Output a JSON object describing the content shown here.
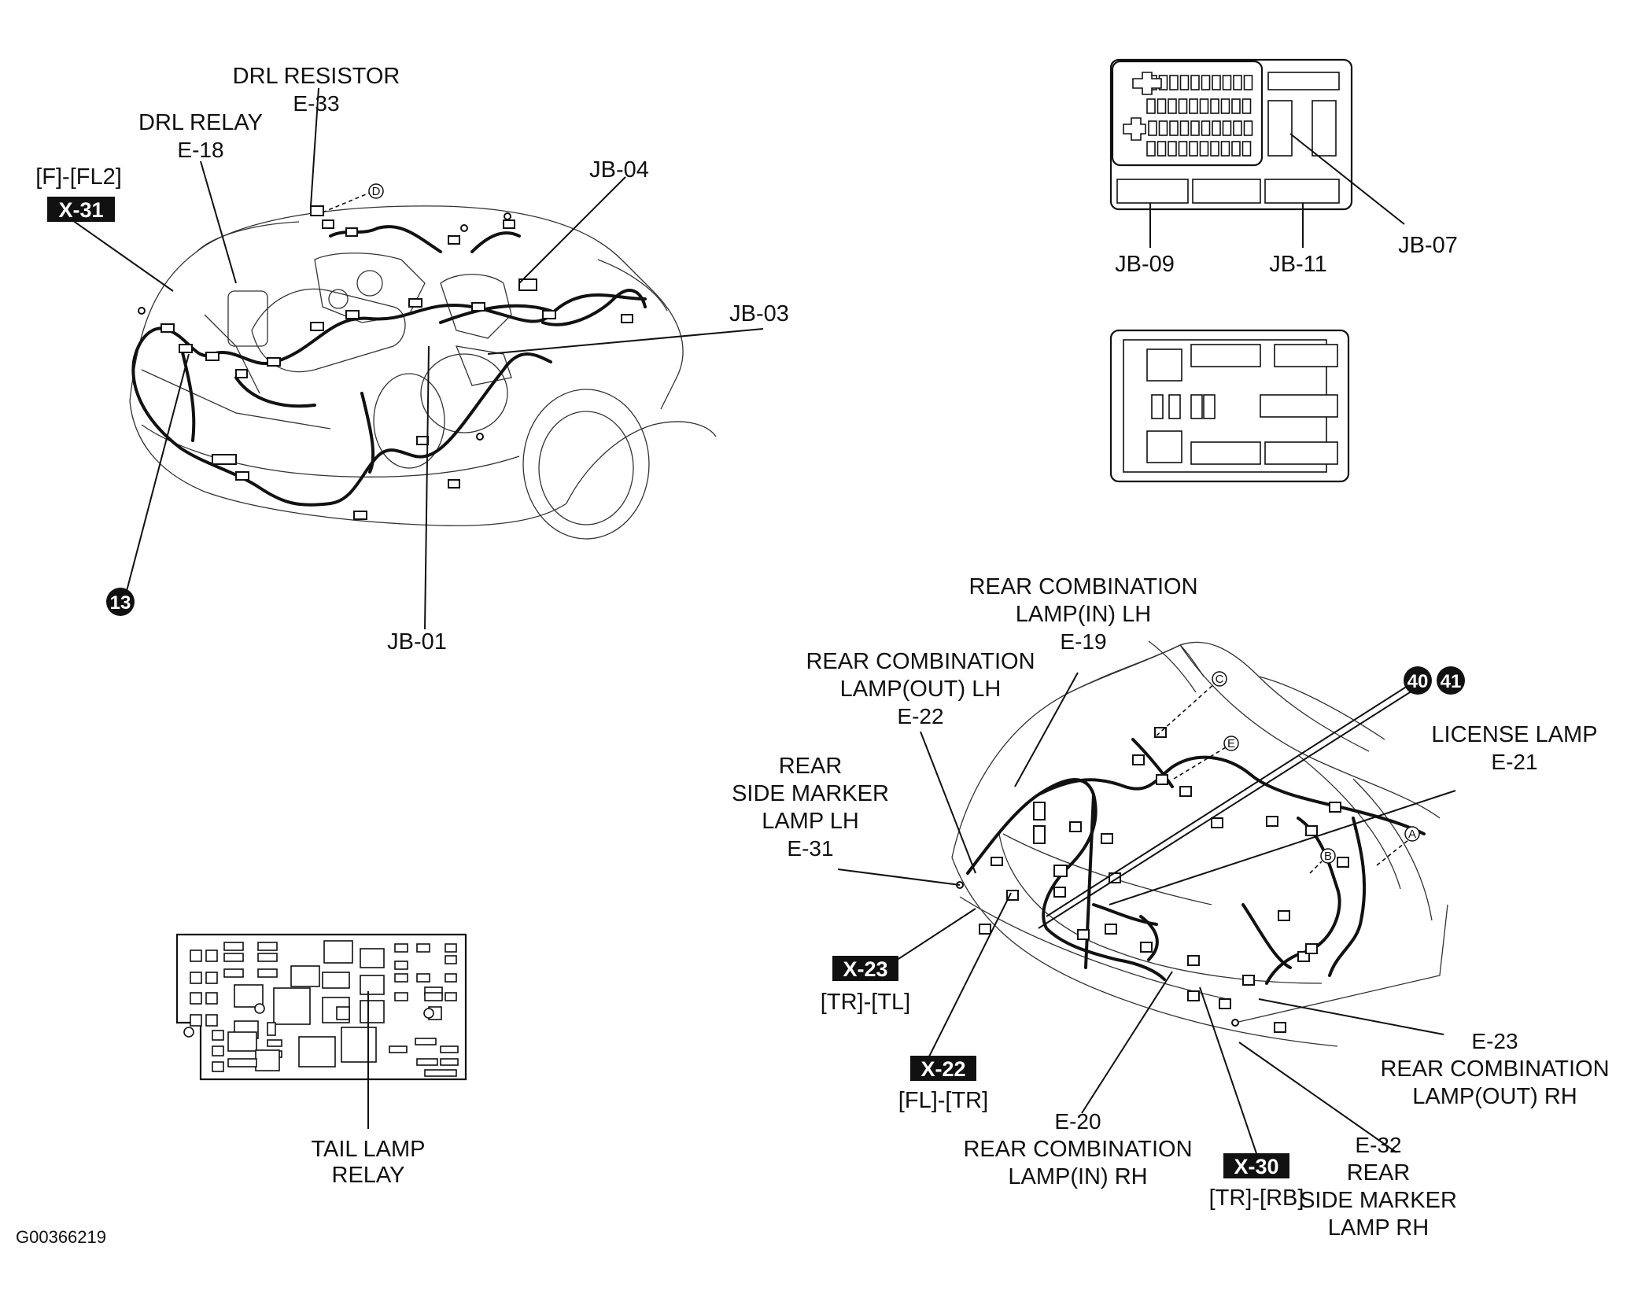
{
  "figure_id": "G00366219",
  "front_labels": {
    "drl_resistor_name": "DRL RESISTOR",
    "drl_resistor_code": "E-33",
    "drl_relay_name": "DRL RELAY",
    "drl_relay_code": "E-18",
    "fl2_pair": "[F]-[FL2]",
    "x31": "X-31",
    "jb04": "JB-04",
    "jb03": "JB-03",
    "jb01": "JB-01",
    "ground_13": "13",
    "marker_d": "D"
  },
  "junction_box_labels": {
    "jb09": "JB-09",
    "jb11": "JB-11",
    "jb07": "JB-07"
  },
  "relay_box_labels": {
    "tail_line1": "TAIL LAMP",
    "tail_line2": "RELAY"
  },
  "rear_labels": {
    "rc_in_lh_1": "REAR COMBINATION",
    "rc_in_lh_2": "LAMP(IN) LH",
    "rc_in_lh_code": "E-19",
    "rc_out_lh_1": "REAR COMBINATION",
    "rc_out_lh_2": "LAMP(OUT) LH",
    "rc_out_lh_code": "E-22",
    "rsm_lh_1": "REAR",
    "rsm_lh_2": "SIDE MARKER",
    "rsm_lh_3": "LAMP LH",
    "rsm_lh_code": "E-31",
    "ground_40": "40",
    "ground_41": "41",
    "license_1": "LICENSE LAMP",
    "license_code": "E-21",
    "x23": "X-23",
    "x23_pair": "[TR]-[TL]",
    "x22": "X-22",
    "x22_pair": "[FL]-[TR]",
    "rc_in_rh_code": "E-20",
    "rc_in_rh_1": "REAR COMBINATION",
    "rc_in_rh_2": "LAMP(IN) RH",
    "x30": "X-30",
    "x30_pair": "[TR]-[RB]",
    "rc_out_rh_code": "E-23",
    "rc_out_rh_1": "REAR COMBINATION",
    "rc_out_rh_2": "LAMP(OUT) RH",
    "rsm_rh_code": "E-32",
    "rsm_rh_1": "REAR",
    "rsm_rh_2": "SIDE MARKER",
    "rsm_rh_3": "LAMP RH",
    "marker_a": "A",
    "marker_b": "B",
    "marker_c": "C",
    "marker_e": "E"
  }
}
